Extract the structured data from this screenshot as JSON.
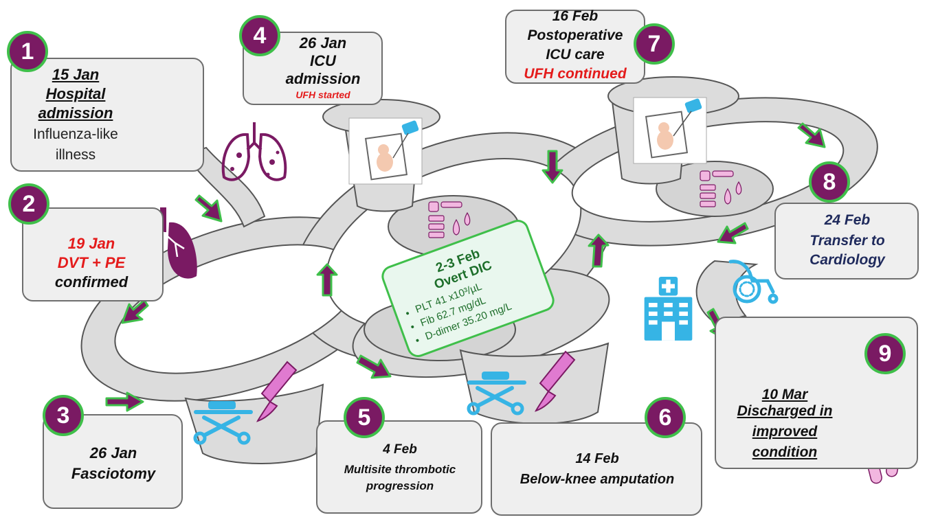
{
  "colors": {
    "badge_fill": "#7a1a63",
    "badge_border": "#3fbf4a",
    "arrow_fill": "#7a1a63",
    "arrow_border": "#3fbf4a",
    "alert_red": "#e41b1b",
    "navy": "#1f2a5c",
    "dic_green": "#1d6e2a",
    "icon_blue": "#36b4e5",
    "icon_pink": "#e07ad0",
    "lung_purple": "#7a1a63"
  },
  "events": [
    {
      "number": "1",
      "date": "15 Jan",
      "title_line1": "Hospital",
      "title_line2": "admission",
      "detail_line1": "Influenza-like",
      "detail_line2": "illness"
    },
    {
      "number": "2",
      "date": "19 Jan",
      "title_line1": "DVT + PE",
      "title_line2": "confirmed"
    },
    {
      "number": "3",
      "date": "26 Jan",
      "title_line1": "Fasciotomy"
    },
    {
      "number": "4",
      "date": "26 Jan",
      "title_line1": "ICU",
      "title_line2": "admission",
      "note": "UFH started"
    },
    {
      "number": "5",
      "date": "4 Feb",
      "title_line1": "Multisite thrombotic",
      "title_line2": "progression"
    },
    {
      "number": "6",
      "date": "14 Feb",
      "title_line1": "Below-knee amputation"
    },
    {
      "number": "7",
      "date": "16 Feb",
      "title_line1": "Postoperative",
      "title_line2": "ICU care",
      "note": "UFH continued"
    },
    {
      "number": "8",
      "date": "24 Feb",
      "title_line1": "Transfer to",
      "title_line2": "Cardiology"
    },
    {
      "number": "9",
      "date": "10 Mar",
      "title_line1": "Discharged in",
      "title_line2": "improved",
      "title_line3": "condition"
    }
  ],
  "dic": {
    "date": "2-3 Feb",
    "title": "Overt DIC",
    "bullets": [
      "PLT 41 x10³/µL",
      "Fib 62.7 mg/dL",
      "D-dimer 35.20 mg/L"
    ]
  },
  "icons": {
    "hospital": "hospital-building-icon",
    "lungs": "lungs-icon",
    "virus_lungs": "infected-lungs-icon",
    "stretcher": "stretcher-icon",
    "scalpel": "scalpel-icon",
    "icu_bed": "icu-bed-icon",
    "lab": "lab-tubes-icon",
    "wheelchair": "wheelchair-icon",
    "pills": "pills-icon"
  }
}
